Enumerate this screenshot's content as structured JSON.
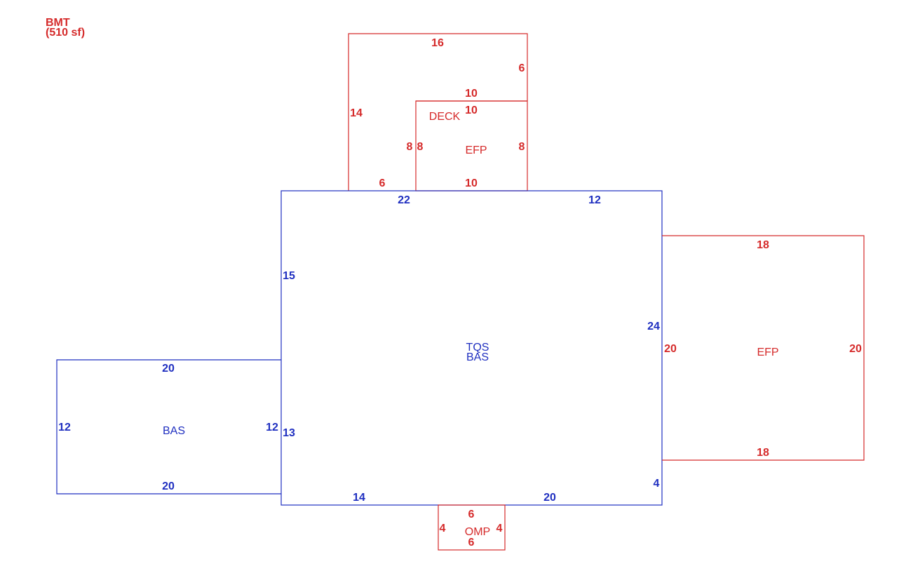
{
  "header": {
    "code": "BMT",
    "area": "(510 sf)"
  },
  "colors": {
    "red": "#d52a2a",
    "blue": "#1f2fc0",
    "background": "#ffffff"
  },
  "areas": {
    "main": {
      "top": "TQS",
      "bottom": "BAS"
    },
    "left": "BAS",
    "deck": "DECK",
    "porch_top": "EFP",
    "porch_right": "EFP",
    "porch_bottom": "OMP"
  },
  "dimensions": {
    "deck_top": "16",
    "deck_right_upper": "6",
    "deck_inner_top": "10",
    "deck_left": "14",
    "deck_bottom_left": "6",
    "deck_inner_left": "8",
    "efp_top_top": "10",
    "efp_top_left": "8",
    "efp_top_right": "8",
    "efp_top_bottom": "10",
    "main_top_left": "22",
    "main_top_right": "12",
    "main_left_upper": "15",
    "main_left_lower": "13",
    "main_right_upper": "24",
    "main_right_lower": "4",
    "main_bottom_left": "14",
    "main_bottom_right": "20",
    "left_top": "20",
    "left_bottom": "20",
    "left_left": "12",
    "left_right": "12",
    "efp_right_top": "18",
    "efp_right_bottom": "18",
    "efp_right_left": "20",
    "efp_right_right": "20",
    "omp_top": "6",
    "omp_bottom": "6",
    "omp_left": "4",
    "omp_right": "4"
  }
}
